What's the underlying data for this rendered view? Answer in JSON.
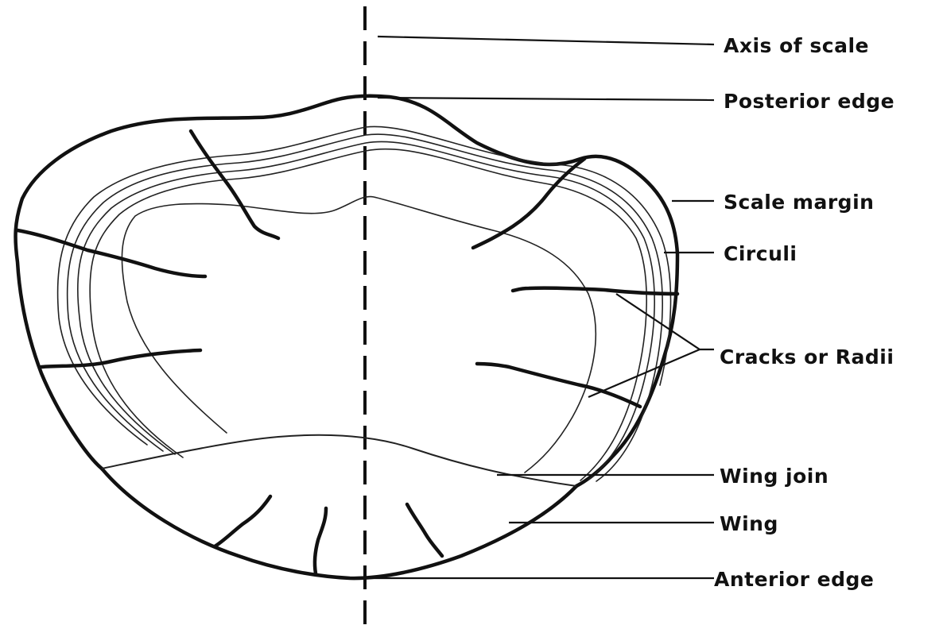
{
  "labels": {
    "axis_of_scale": "Axis of scale",
    "posterior_edge": "Posterior edge",
    "scale_margin": "Scale margin",
    "circuli": "Circuli",
    "cracks_or_radii": "Cracks or Radii",
    "wing_join": "Wing join",
    "wing": "Wing",
    "anterior_edge": "Anterior edge"
  },
  "colors": {
    "ink": "#111111",
    "paper": "#ffffff"
  }
}
